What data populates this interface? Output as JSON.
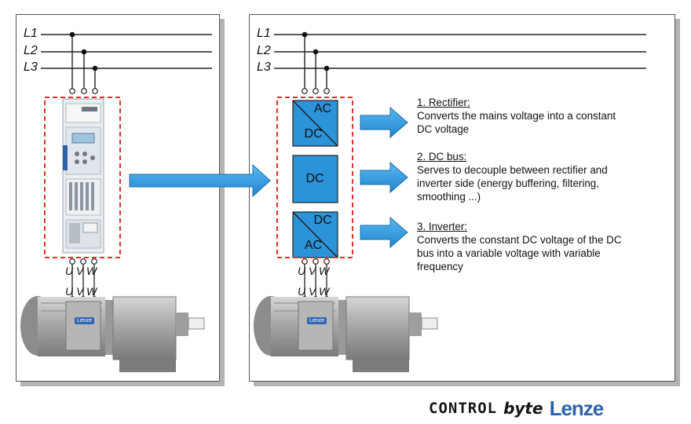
{
  "phases": [
    "L1",
    "L2",
    "L3"
  ],
  "motor_terminals": [
    "U",
    "V",
    "W"
  ],
  "blocks": {
    "rectifier": {
      "top": "AC",
      "bottom": "DC"
    },
    "dc_bus": {
      "label": "DC"
    },
    "inverter": {
      "top": "DC",
      "bottom": "AC"
    }
  },
  "descriptions": [
    {
      "title": "1. Rectifier:",
      "lines": [
        "Converts the mains voltage into a constant",
        "DC voltage"
      ]
    },
    {
      "title": "2. DC bus:",
      "lines": [
        "Serves to decouple between rectifier and",
        "inverter side (energy buffering, filtering,",
        "smoothing ...)"
      ]
    },
    {
      "title": "3. Inverter:",
      "lines": [
        "Converts the constant DC voltage of the DC",
        "bus into a variable voltage with variable",
        "frequency"
      ]
    }
  ],
  "motor_badge": "Lenze",
  "brand": {
    "control": "CONTROL",
    "byte": "byte",
    "lenze": "Lenze"
  },
  "colors": {
    "accent_blue": "#2f9be0",
    "block_blue": "#2b93d8",
    "dashed_red": "#e03030",
    "brand_blue": "#2d63a6"
  }
}
